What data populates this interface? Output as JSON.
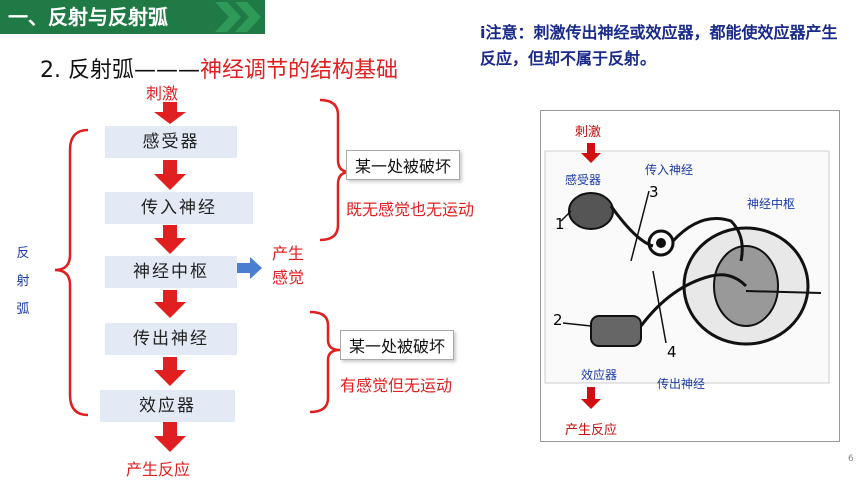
{
  "banner": {
    "title": "一、反射与反射弧"
  },
  "subtitle": {
    "prefix": "2. 反射弧———",
    "highlight": "神经调节的结构基础"
  },
  "note": {
    "text": "i注意：刺激传出神经或效应器，都能使效应器产生反应，但却不属于反射。"
  },
  "flow": {
    "stimulus": "刺激",
    "steps": [
      "感受器",
      "传入神经",
      "神经中枢",
      "传出神经",
      "效应器"
    ],
    "response": "产生反应",
    "arc_label": "反射弧",
    "sensation": "产生感觉",
    "upper_box": "某一处被破坏",
    "upper_result": "既无感觉也无运动",
    "lower_box": "某一处被破坏",
    "lower_result": "有感觉但无运动"
  },
  "figure": {
    "stimulus": "刺激",
    "receptor": "感受器",
    "afferent": "传入神经",
    "center": "神经中枢",
    "effector": "效应器",
    "efferent": "传出神经",
    "response": "产生反应",
    "num1": "1",
    "num2": "2",
    "num3": "3",
    "num4": "4"
  },
  "colors": {
    "banner": "#1f7a45",
    "accent": "#e02020",
    "note": "#1a2a8a",
    "box": "#e4eaf5"
  },
  "page_number": "6"
}
